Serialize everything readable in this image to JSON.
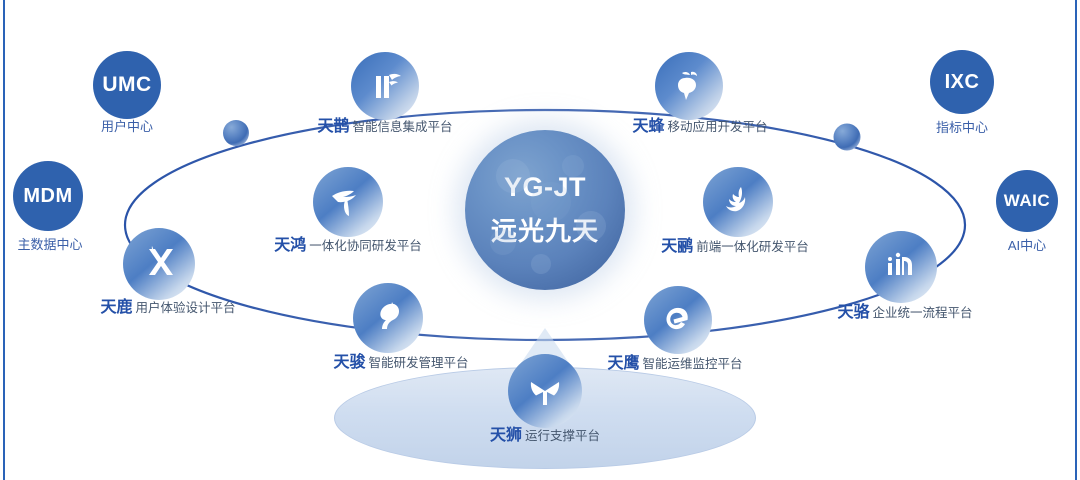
{
  "center": {
    "title_en": "YG-JT",
    "title_cn": "远光九天"
  },
  "base": {
    "name": "天狮",
    "desc": "运行支撑平台",
    "icon": "tianshi-propeller-icon"
  },
  "centers": [
    {
      "code": "UMC",
      "label": "用户中心",
      "icon": "umc-icon"
    },
    {
      "code": "MDM",
      "label": "主数据中心",
      "icon": "mdm-icon"
    },
    {
      "code": "IXC",
      "label": "指标中心",
      "icon": "ixc-icon"
    },
    {
      "code": "WAIC",
      "label": "AI中心",
      "icon": "waic-icon"
    }
  ],
  "platforms": [
    {
      "name": "天鹊",
      "desc": "智能信息集成平台",
      "icon": "tianque-magpie-icon"
    },
    {
      "name": "天鸿",
      "desc": "一体化协同研发平台",
      "icon": "tianhong-swan-icon"
    },
    {
      "name": "天蜂",
      "desc": "移动应用开发平台",
      "icon": "tianfeng-bee-icon"
    },
    {
      "name": "天鹂",
      "desc": "前端一体化研发平台",
      "icon": "tianli-bird-icon"
    },
    {
      "name": "天鹿",
      "desc": "用户体验设计平台",
      "icon": "tianlu-deer-icon"
    },
    {
      "name": "天骆",
      "desc": "企业统一流程平台",
      "icon": "tianluo-camel-icon"
    },
    {
      "name": "天骏",
      "desc": "智能研发管理平台",
      "icon": "tianjun-horse-icon"
    },
    {
      "name": "天鹰",
      "desc": "智能运维监控平台",
      "icon": "tianying-eagle-icon"
    }
  ],
  "colors": {
    "flat_disc": "#2f62ae",
    "name_text": "#2450a8",
    "desc_text": "#44566e",
    "orbit_line": "#2a53a8",
    "page_border": "#2a63b8"
  }
}
